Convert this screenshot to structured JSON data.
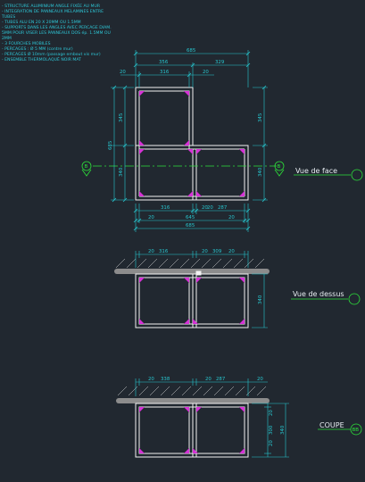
{
  "notes": [
    "- STRUCTURE ALUMINIUM ANGLE FIXÉE AU MUR",
    "- INTEGRATION DE PANNEAUX MELAMINES ENTRE TUBES",
    "- TUBES ALU EN 20 X 20MM OU 1.5MM",
    "- SUPPORTS DANS LES ANGLES AVEC PERCAGE DIAM. 5MM POUR VISER LES PANNEAUX DOS ép. 1.5MM OU 2MM",
    "- 3 FOURCHES MOBILES",
    "- PERCAGES : Ø 5 MM (contre mur)",
    "- PERCAGES Ø 10mm (passage embout vis mur)",
    "- ENSEMBLE THERMOLAQUÉ NOIR MAT"
  ],
  "front": {
    "overall_top": "685",
    "top_seg_1": "356",
    "top_seg_2": "329",
    "top_sub_1": "20",
    "top_sub_2": "316",
    "top_sub_3": "20",
    "left_upper": "345",
    "left_total": "685",
    "left_lower": "340",
    "right_upper": "345",
    "right_lower": "340",
    "bot_row1_a": "316",
    "bot_row1_b": "20",
    "bot_row1_c": "20",
    "bot_row1_d": "287",
    "bot_row2_a": "20",
    "bot_row2_b": "645",
    "bot_row2_c": "20",
    "bot_total": "685",
    "section_marker": "B",
    "view_label": "Vue de face"
  },
  "top_view": {
    "dim_a": "20",
    "dim_b": "316",
    "dim_c": "20",
    "dim_d": "309",
    "dim_e": "20",
    "right_dim": "340",
    "view_label": "Vue de dessus"
  },
  "section": {
    "dim_a": "20",
    "dim_b": "338",
    "dim_c": "20",
    "dim_d": "287",
    "dim_e": "20",
    "right_a": "20",
    "right_b": "300",
    "right_c": "20",
    "right_total": "340",
    "view_label": "COUPE",
    "section_marker": "BB"
  },
  "colors": {
    "background": "#212830",
    "frame": "#f2f2f2",
    "dimension": "#27c6cf",
    "axis": "#2de03a",
    "bracket": "#d633d6",
    "wall": "#8c8c8c"
  }
}
